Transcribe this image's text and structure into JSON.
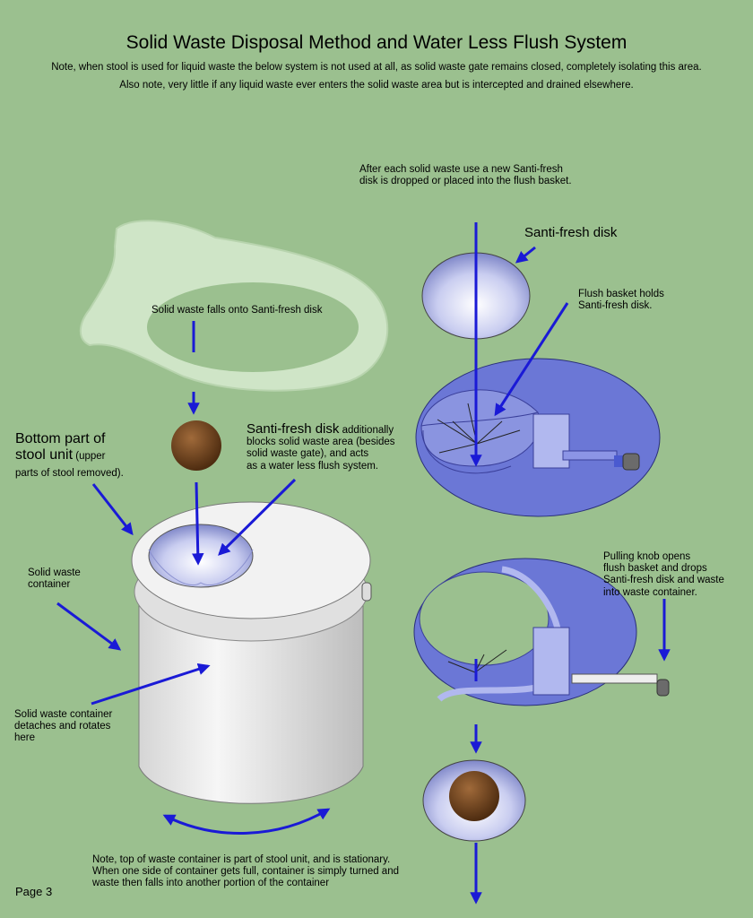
{
  "title": "Solid Waste Disposal Method and Water Less Flush System",
  "notes": {
    "line1": "Note, when stool is used for liquid waste the below system is not used at all, as solid waste gate remains closed, completely isolating this area.",
    "line2": "Also note, very little if any liquid waste ever enters the solid waste area but is intercepted and drained elsewhere."
  },
  "labels": {
    "after_each_use": "After each solid waste use a  new Santi-fresh\ndisk is dropped or placed into the flush basket.",
    "santi_fresh_disk": "Santi-fresh disk",
    "flush_basket_holds": "Flush basket holds\nSanti-fresh disk.",
    "solid_waste_falls": "Solid waste falls onto Santi-fresh disk",
    "bottom_part_main": "Bottom part of\nstool unit",
    "bottom_part_sub": " (upper\n parts of stool removed).",
    "santi_blocks_head": "Santi-fresh disk",
    "santi_blocks_rest": " additionally\nblocks solid waste area (besides\nsolid waste gate), and  acts\nas a water less flush system.",
    "solid_waste_container": "Solid waste\ncontainer",
    "detaches_rotates": "Solid waste container\ndetaches and rotates\nhere",
    "pulling_knob": "Pulling knob opens\nflush basket and drops\nSanti-fresh disk and waste\ninto waste container.",
    "bottom_note": "Note, top of waste container is part of stool unit, and is stationary.\nWhen one side of container gets full, container  is simply turned and\nwaste then falls into another portion of the container",
    "page": "Page 3"
  },
  "colors": {
    "background": "#9bc08f",
    "arrow": "#1a1ad6",
    "basket_plate": "#6b77d6",
    "seat": "#cfe5c7",
    "waste": "#7a4a22",
    "container": "#ececec"
  }
}
